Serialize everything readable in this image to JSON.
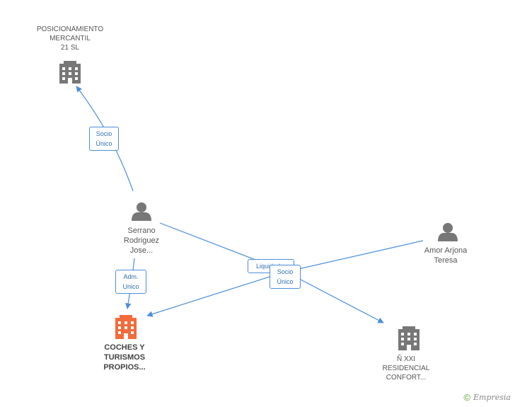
{
  "nodes": {
    "posicionamiento": {
      "label": "POSICIONAMIENTO\nMERCANTIL\n21 SL"
    },
    "serrano": {
      "label": "Serrano\nRodriguez\nJose..."
    },
    "amor": {
      "label": "Amor Arjona\nTeresa"
    },
    "coches": {
      "label": "COCHES Y\nTURISMOS\nPROPIOS..."
    },
    "residencial": {
      "label": "Ñ XXI\nRESIDENCIAL\nCONFORT..."
    }
  },
  "edges": {
    "socio_unico_top": "Socio\nÚnico",
    "adm_unico": "Adm.\nUnico",
    "liquidador": "Liquidador",
    "socio_unico_mid": "Socio\nÚnico"
  },
  "colors": {
    "edge": "#4a8fd9",
    "company_gray": "#777777",
    "company_focus": "#f26b3a",
    "person": "#777777"
  },
  "brand": {
    "copyright": "©",
    "name": "Empresia"
  }
}
